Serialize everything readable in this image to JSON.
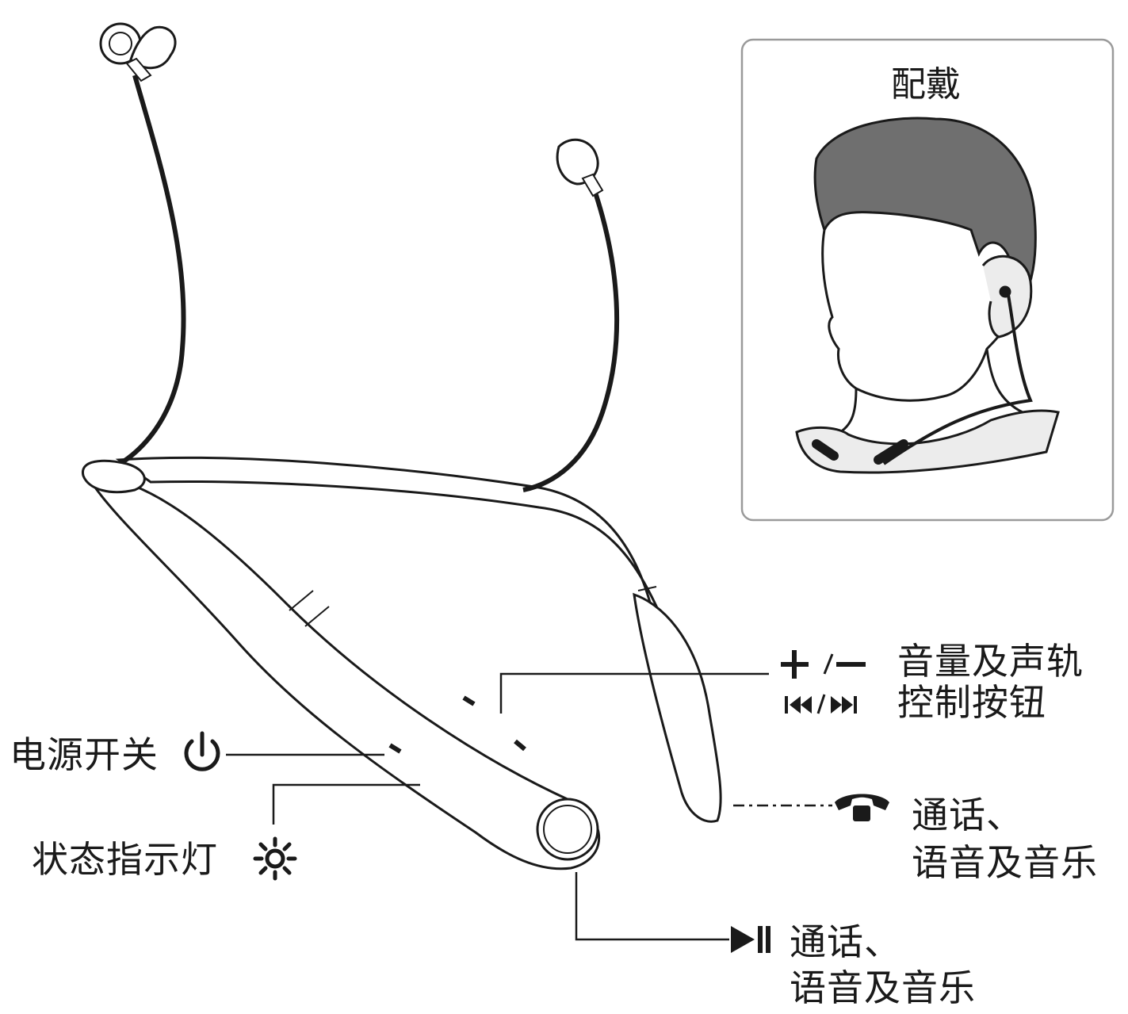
{
  "inset": {
    "title": "配戴"
  },
  "callouts": {
    "volume_track": {
      "line1": "音量及声轨",
      "line2": "控制按钮",
      "symbol_top": "+ /—",
      "symbol_bottom": "⏮ /⏭"
    },
    "power": {
      "label": "电源开关",
      "icon": "power-icon"
    },
    "status_light": {
      "label": "状态指示灯",
      "icon": "sun-icon"
    },
    "call_right": {
      "line1": "通话、",
      "line2": "语音及音乐",
      "icon": "phone-handset-icon"
    },
    "call_bottom": {
      "line1": "通话、",
      "line2": "语音及音乐",
      "icon": "play-pause-icon"
    }
  },
  "colors": {
    "ink": "#1a1a1a",
    "hair": "#6f6f6f",
    "skin": "#ececec",
    "inset_border": "#9a9a9a"
  }
}
